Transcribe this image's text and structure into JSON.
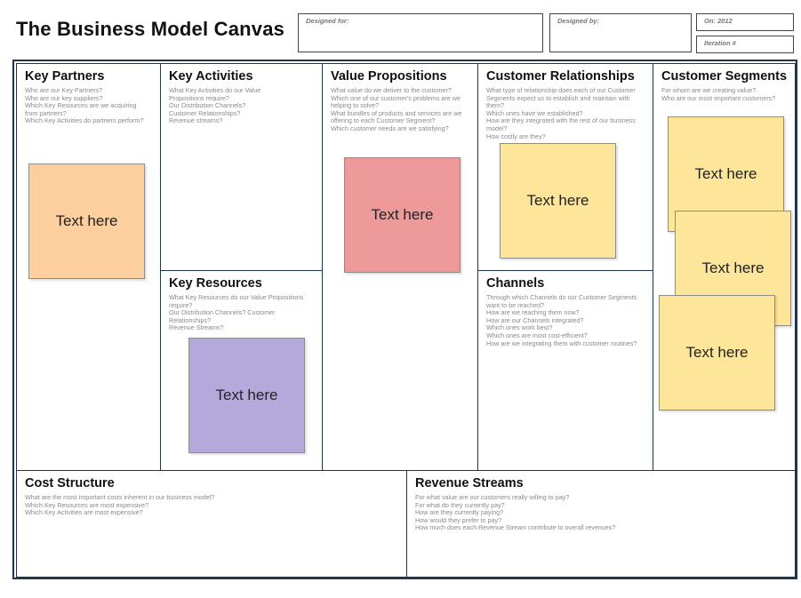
{
  "title": "The Business Model Canvas",
  "designed_for_label": "Designed for:",
  "designed_by_label": "Designed by:",
  "on_label": "On: 2012",
  "iteration_label": "Iteration #",
  "colors": {
    "border": "#1f3650",
    "note_orange": "#fdcf9f",
    "note_red": "#ef9a9a",
    "note_purple": "#b5a8da",
    "note_yellow": "#fde69a"
  },
  "blocks": {
    "key_partners": {
      "title": "Key Partners",
      "questions": [
        "Who are our Key Partners?",
        "Who are our key suppliers?",
        "Which Key Resources are we acquiring",
        "from partners?",
        "Which Key Activities do partners perform?"
      ],
      "notes": [
        "Text here"
      ]
    },
    "key_activities": {
      "title": "Key Activities",
      "questions": [
        "What Key Activities do our Value",
        "Propositions require?",
        "Our Distribution Channels?",
        "Customer Relationships?",
        "Revenue streams?"
      ]
    },
    "key_resources": {
      "title": "Key Resources",
      "questions": [
        "What Key Resources do our Value Propositions",
        "require?",
        "Our Distribution Channels? Customer",
        "Relationships?",
        "Revenue Streams?"
      ],
      "notes": [
        "Text here"
      ]
    },
    "value_propositions": {
      "title": "Value Propositions",
      "questions": [
        "What value do we deliver to the customer?",
        "Which one of our customer's problems are we",
        "helping to solve?",
        "What bundles of products and services are we",
        "offering to each Customer Segment?",
        "Which customer needs are we satisfying?"
      ],
      "notes": [
        "Text here"
      ]
    },
    "customer_relationships": {
      "title": "Customer Relationships",
      "questions": [
        "What type of relationship does each of our Customer",
        "Segments expect us to establish and maintain with",
        "them?",
        "Which ones have we established?",
        "How are they integrated with the rest of our business",
        "model?",
        "How costly are they?"
      ],
      "notes": [
        "Text here"
      ]
    },
    "channels": {
      "title": "Channels",
      "questions": [
        "Through which Channels do our Customer Segments",
        "want to be reached?",
        "How are we reaching them now?",
        "How are our Channels integrated?",
        "Which ones work best?",
        "Which ones are most cost-efficient?",
        "How are we integrating them with customer routines?"
      ]
    },
    "customer_segments": {
      "title": "Customer Segments",
      "questions": [
        "For whom are we creating value?",
        "Who are our most important customers?"
      ],
      "notes": [
        "Text here",
        "Text here",
        "Text here"
      ]
    },
    "cost_structure": {
      "title": "Cost Structure",
      "questions": [
        "What are the most important costs inherent in our business model?",
        "Which Key Resources are most expensive?",
        "Which Key Activities are most expensive?"
      ]
    },
    "revenue_streams": {
      "title": "Revenue Streams",
      "questions": [
        "For what value are our customers really willing to pay?",
        "For what do they currently pay?",
        "How are they currently paying?",
        "How would they prefer to pay?",
        "How much does each Revenue Stream contribute to overall revenues?"
      ]
    }
  }
}
